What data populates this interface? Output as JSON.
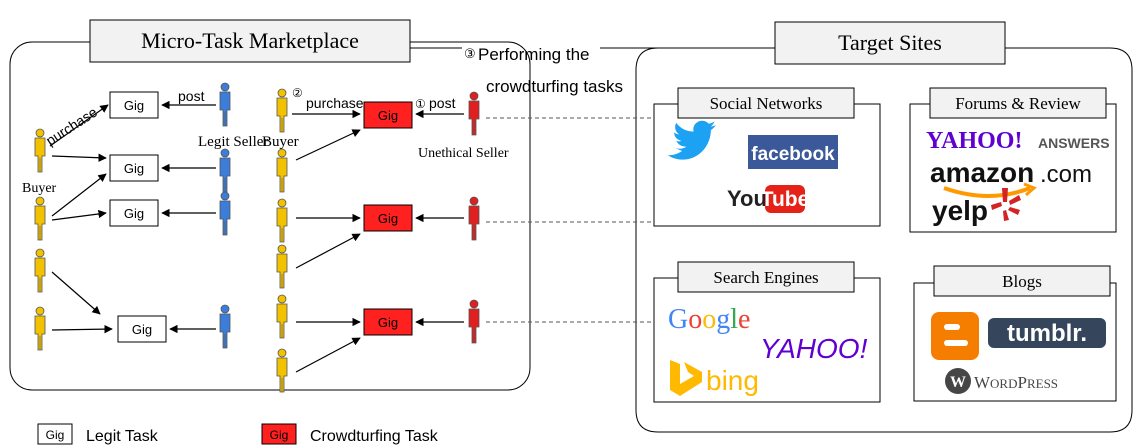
{
  "marketplace": {
    "title": "Micro-Task Marketplace",
    "gig_label": "Gig",
    "labels": {
      "purchase": "purchase",
      "post": "post",
      "legit_seller": "Legit Seller",
      "buyer": "Buyer",
      "unethical_seller": "Unethical Seller"
    },
    "step1_marker": "①",
    "step2_marker": "②",
    "step3_marker": "③",
    "step3_text_line1": "Performing the",
    "step3_text_line2": "crowdturfing tasks"
  },
  "target_sites": {
    "title": "Target Sites",
    "groups": [
      {
        "title": "Social Networks",
        "logos": [
          "twitter",
          "facebook",
          "YouTube"
        ]
      },
      {
        "title": "Forums & Review",
        "logos": [
          "YAHOO! ANSWERS",
          "amazon.com",
          "yelp"
        ]
      },
      {
        "title": "Search Engines",
        "logos": [
          "Google",
          "YAHOO!",
          "bing"
        ]
      },
      {
        "title": "Blogs",
        "logos": [
          "Blogger",
          "tumblr.",
          "WordPress"
        ]
      }
    ],
    "logo_text": {
      "facebook": "facebook",
      "you": "You",
      "tube": "Tube",
      "yahoo_answers_a": "YAHOO!",
      "yahoo_answers_b": "ANSWERS",
      "amazon_a": "amazon",
      "amazon_b": ".com",
      "yelp": "yelp",
      "google": [
        "G",
        "o",
        "o",
        "g",
        "l",
        "e"
      ],
      "yahoo": "YAHOO!",
      "bing": "bing",
      "tumblr": "tumblr.",
      "wp_w": "W",
      "wp_ord": "ORD",
      "wp_p": "P",
      "wp_ress": "RESS"
    }
  },
  "legend": {
    "items": [
      {
        "swatch": "Gig",
        "label": "Legit Task",
        "color": "#ffffff"
      },
      {
        "swatch": "Gig",
        "label": "Crowdturfing Task",
        "color": "#ff2020"
      }
    ]
  },
  "colors": {
    "buyer": "#f2c200",
    "legit_seller": "#3b7dd8",
    "unethical_seller": "#e02020",
    "crowdturfing_gig": "#ff2020",
    "twitter": "#1da1f2",
    "facebook": "#3b5998",
    "youtube": "#e62117",
    "yahoo": "#6001d2",
    "amazon_arrow": "#ff9900",
    "yelp": "#d32323",
    "bing": "#ffb900",
    "blogger": "#f57d00",
    "tumblr": "#35465c"
  }
}
